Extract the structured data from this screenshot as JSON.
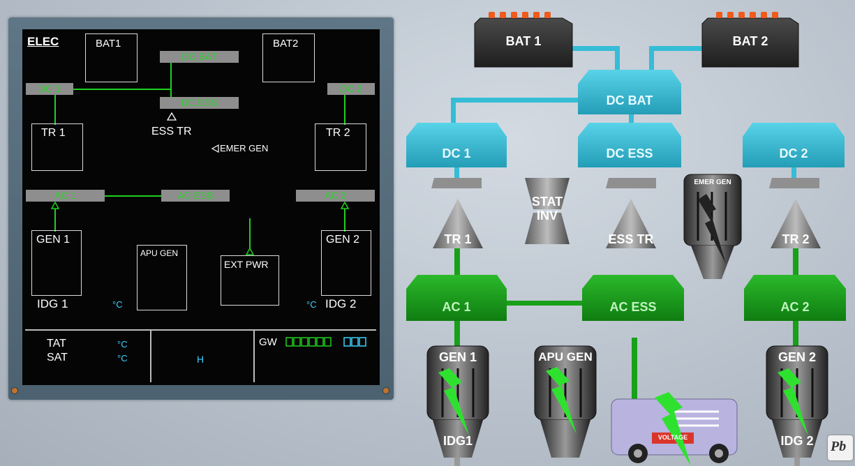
{
  "ecam": {
    "title": "ELEC",
    "bat1": "BAT1",
    "bat2": "BAT2",
    "dc_bat": "DC BAT",
    "dc1": "DC 1",
    "dc2": "DC 2",
    "dc_ess": "DC ESS",
    "ess_tr": "ESS TR",
    "tr1": "TR 1",
    "tr2": "TR 2",
    "emer_gen": "EMER GEN",
    "ac1": "AC 1",
    "ac2": "AC 2",
    "ac_ess": "AC ESS",
    "gen1": "GEN 1",
    "gen2": "GEN 2",
    "apu_gen": "APU GEN",
    "ext_pwr": "EXT PWR",
    "idg1": "IDG 1",
    "idg2": "IDG 2",
    "deg_c": "°C",
    "tat": "TAT",
    "sat": "SAT",
    "h": "H",
    "gw": "GW"
  },
  "schematic": {
    "bat1": "BAT 1",
    "bat2": "BAT 2",
    "dc_bat": "DC BAT",
    "dc1": "DC 1",
    "dc_ess": "DC ESS",
    "dc2": "DC 2",
    "tr1": "TR 1",
    "stat_inv_1": "STAT",
    "stat_inv_2": "INV",
    "ess_tr": "ESS TR",
    "emer_gen": "EMER GEN",
    "tr2": "TR 2",
    "ac1": "AC 1",
    "ac_ess": "AC ESS",
    "ac2": "AC 2",
    "gen1": "GEN 1",
    "apu_gen": "APU GEN",
    "gen2": "GEN 2",
    "idg1": "IDG1",
    "idg2": "IDG 2",
    "cart_label": "VOLTAGE"
  },
  "watermark": "Pb",
  "colors": {
    "ecam_green": "#1fd11f",
    "ecam_cyan": "#3fd0ff",
    "dc_cyan": "#35bcd6",
    "ac_green": "#18a019",
    "lightning": "#2fe12f"
  }
}
